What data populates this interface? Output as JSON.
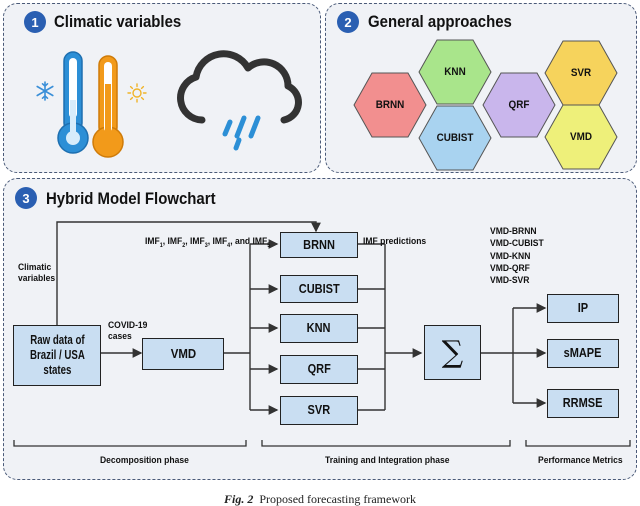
{
  "panels": {
    "climatic": {
      "number": "1",
      "title": "Climatic variables"
    },
    "approaches": {
      "number": "2",
      "title": "General approaches"
    },
    "flowchart": {
      "number": "3",
      "title": "Hybrid Model Flowchart"
    }
  },
  "approaches": [
    "BRNN",
    "KNN",
    "CUBIST",
    "QRF",
    "SVR",
    "VMD"
  ],
  "flow": {
    "raw_data_lines": [
      "Raw data of",
      "Brazil / USA",
      "states"
    ],
    "vmd": "VMD",
    "models": [
      "BRNN",
      "CUBIST",
      "KNN",
      "QRF",
      "SVR"
    ],
    "sum_symbol": "∑",
    "metrics": [
      "IP",
      "sMAPE",
      "RRMSE"
    ],
    "climatic_label": [
      "Climatic",
      "variables"
    ],
    "covid_label": [
      "COVID-19",
      "cases"
    ],
    "imf_label": {
      "imf": "IMF",
      "subs": [
        "1",
        "2",
        "3",
        "4",
        "5"
      ],
      "and_text": ", and "
    },
    "imf_predictions": "IMF predictions",
    "hybrid_models": [
      "VMD-BRNN",
      "VMD-CUBIST",
      "VMD-KNN",
      "VMD-QRF",
      "VMD-SVR"
    ],
    "phases": {
      "decomposition": "Decomposition phase",
      "training": "Training and Integration phase",
      "performance": "Performance Metrics"
    }
  },
  "caption": {
    "fig": "Fig. 2",
    "text": "Proposed forecasting framework"
  },
  "colors": {
    "box_fill": "#c9def2",
    "badge": "#2a5fb2",
    "hex_brnn": "#f28f8f",
    "hex_knn": "#a9e58b",
    "hex_cubist": "#a9d3f0",
    "hex_qrf": "#c9b6ec",
    "hex_svr": "#f6d35c",
    "hex_vmd": "#eef07a",
    "thermo_blue": "#2c8fd6",
    "thermo_orange": "#f29a1a"
  }
}
